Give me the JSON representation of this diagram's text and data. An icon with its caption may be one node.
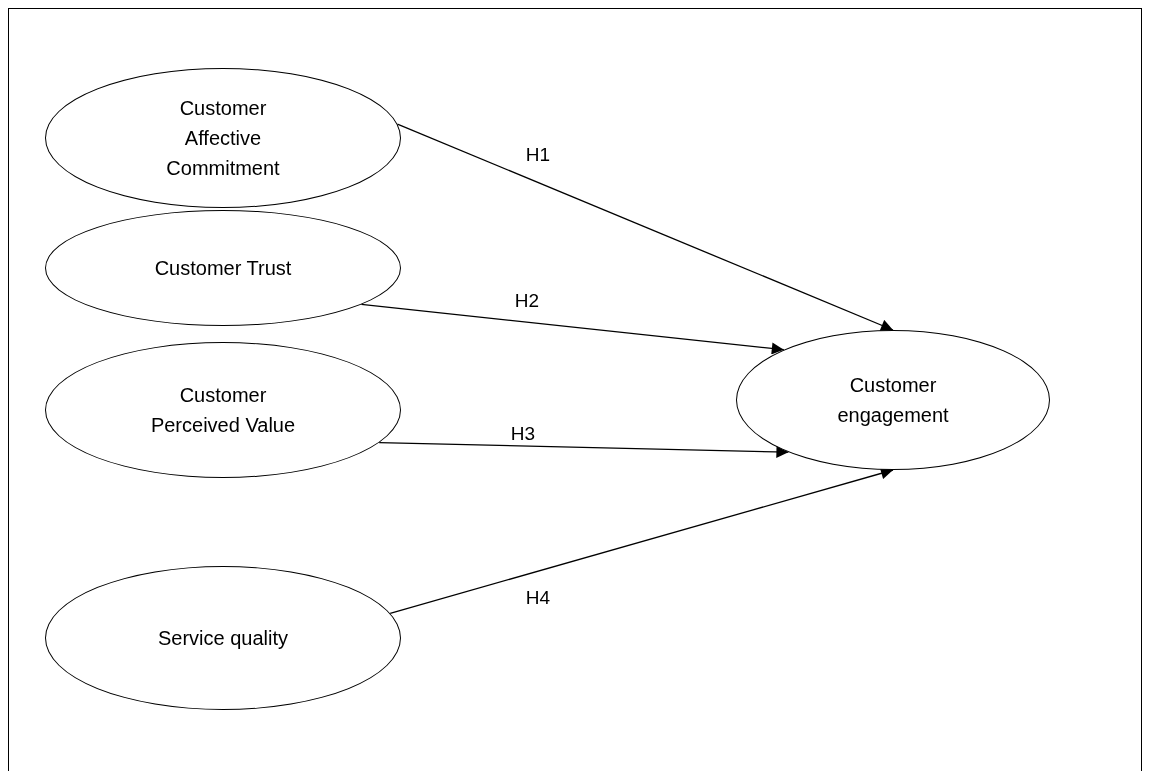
{
  "diagram": {
    "nodes": [
      {
        "text": [
          "Customer Affective Commitment"
        ]
      },
      {
        "text": [
          "Customer Trust"
        ]
      },
      {
        "text": [
          "Customer Perceived Value"
        ]
      },
      {
        "text": [
          "Service quality"
        ]
      },
      {
        "text": [
          "Customer engagement"
        ]
      }
    ],
    "edges": [
      {
        "from": 0,
        "to": 4,
        "arrow": "to",
        "label": "H1"
      },
      {
        "from": 1,
        "to": 4,
        "arrow": "to",
        "label": "H2"
      },
      {
        "from": 2,
        "to": 4,
        "arrow": "to",
        "label": "H3"
      },
      {
        "from": 3,
        "to": 4,
        "arrow": "to",
        "label": "H4"
      }
    ]
  }
}
